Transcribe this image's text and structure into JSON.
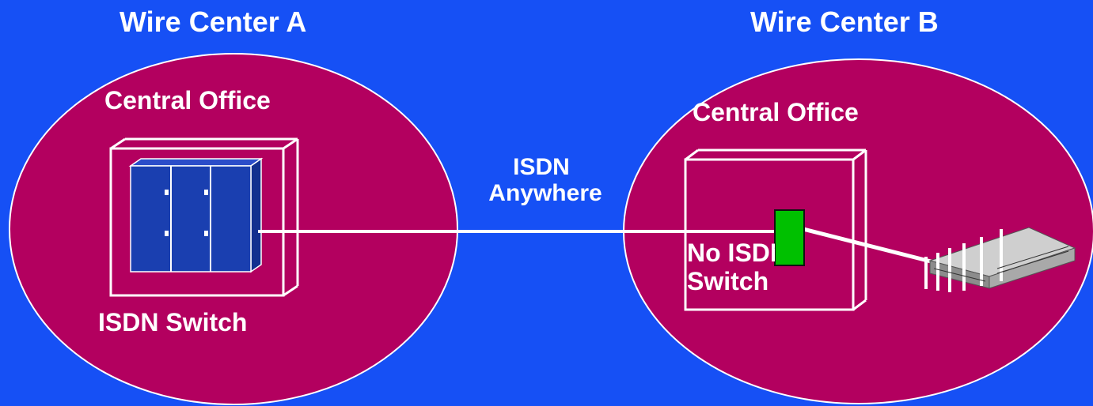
{
  "wire_center_a": {
    "title": "Wire Center A",
    "office_label": "Central Office",
    "switch_label": "ISDN Switch"
  },
  "wire_center_b": {
    "title": "Wire Center B",
    "office_label": "Central Office",
    "switch_line1": "No ISDN",
    "switch_line2": "Switch"
  },
  "link": {
    "line1": "ISDN",
    "line2": "Anywhere"
  },
  "colors": {
    "background": "#1650f5",
    "wire_center": "#b3005f",
    "switch_cabinet": "#1a3fb0",
    "adapter": "#00c000",
    "building": "#a9a9a9"
  }
}
